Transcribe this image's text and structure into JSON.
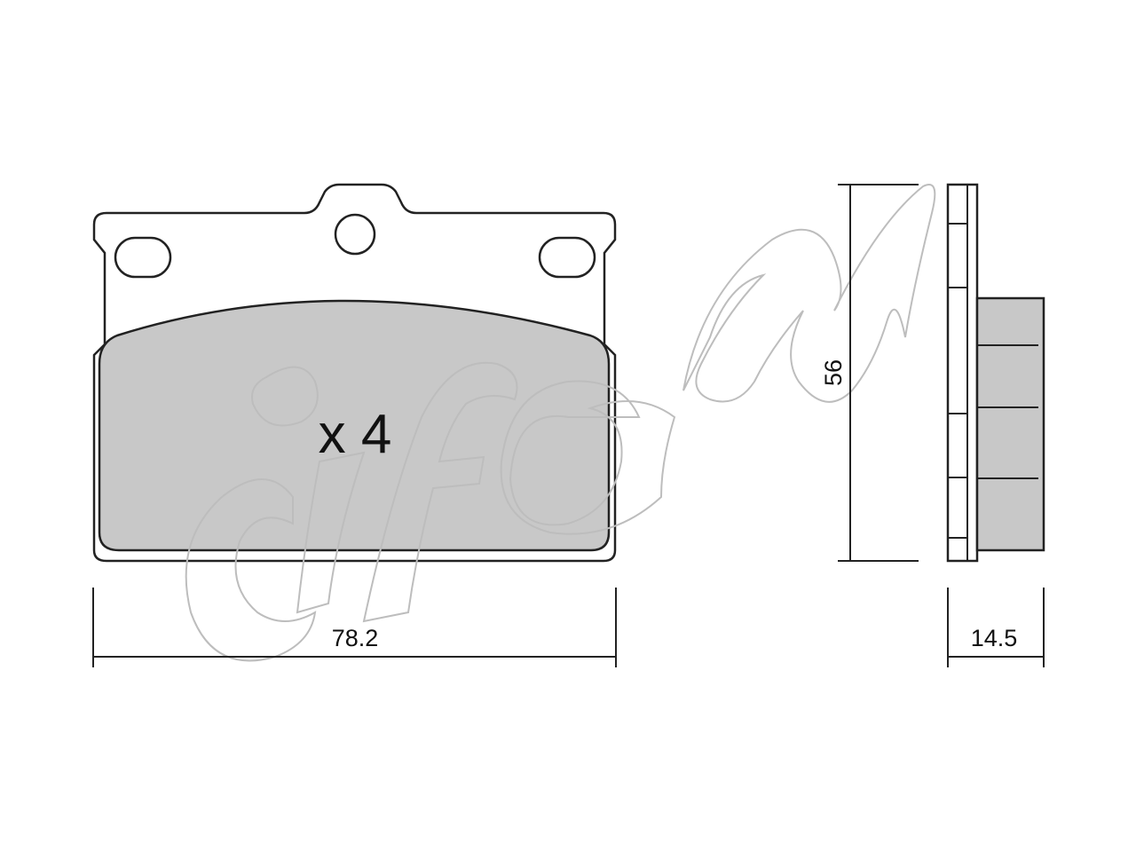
{
  "drawing": {
    "quantity_label": "x 4",
    "width_dimension": "78.2",
    "height_dimension": "56",
    "thickness_dimension": "14.5",
    "watermark": "cifam"
  },
  "colors": {
    "outline": "#222222",
    "friction_fill": "#c8c8c8",
    "watermark_stroke": "#bdbdbd",
    "background": "#ffffff"
  }
}
